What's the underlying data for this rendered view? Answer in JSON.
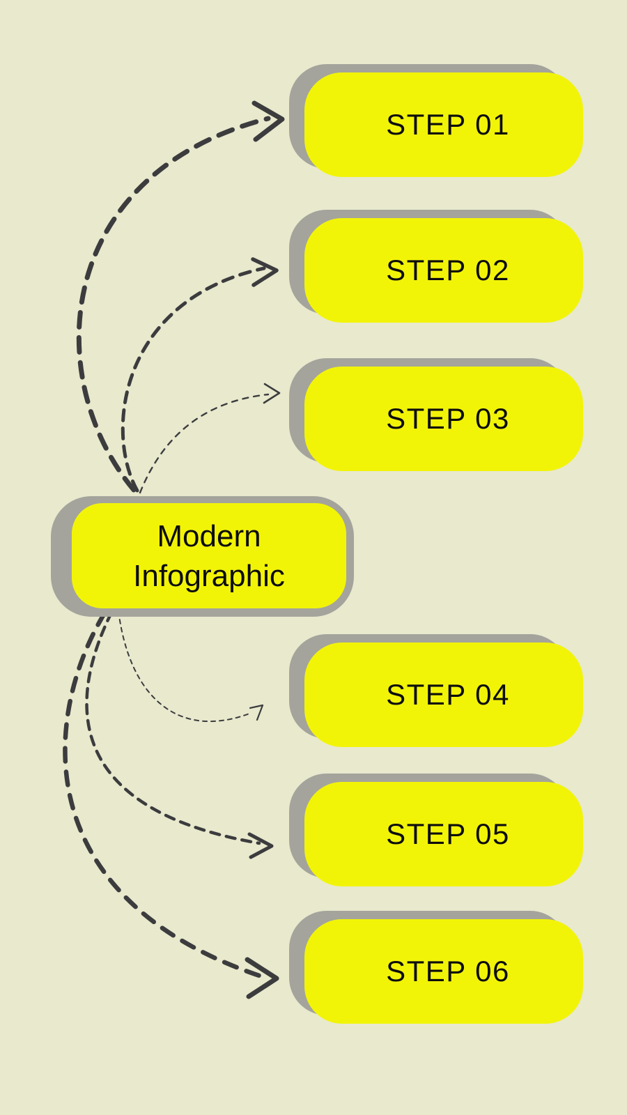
{
  "colors": {
    "background": "#e8e9cd",
    "card_fill": "#f2f408",
    "shadow": "#a4a49c",
    "arrow": "#3c3c3e",
    "text": "#0d0d0d"
  },
  "center_node": {
    "line1": "Modern",
    "line2": "Infographic"
  },
  "steps": [
    {
      "label": "STEP 01"
    },
    {
      "label": "STEP 02"
    },
    {
      "label": "STEP 03"
    },
    {
      "label": "STEP 04"
    },
    {
      "label": "STEP 05"
    },
    {
      "label": "STEP 06"
    }
  ]
}
